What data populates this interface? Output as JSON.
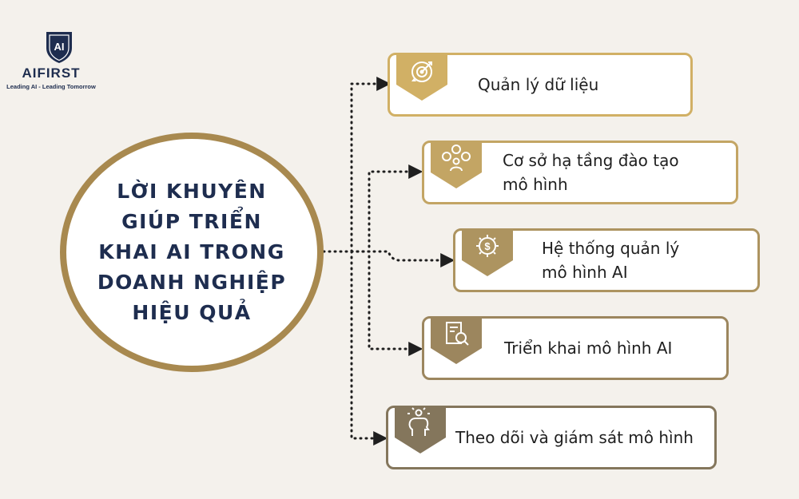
{
  "logo": {
    "mark": "AI",
    "brand": "AIFIRST",
    "slogan": "Leading AI - Leading Tomorrow"
  },
  "center": {
    "title": "LỜI KHUYÊN GIÚP TRIỂN KHAI AI TRONG DOANH NGHIỆP HIỆU QUẢ"
  },
  "steps": [
    {
      "label": "Quản lý dữ liệu",
      "icon": "target-icon",
      "color": "#d1b065"
    },
    {
      "label": "Cơ sở hạ tầng đào tạo mô hình",
      "icon": "network-user-icon",
      "color": "#c3a564"
    },
    {
      "label": "Hệ thống quản lý mô hình AI",
      "icon": "gear-dollar-icon",
      "color": "#ad9460"
    },
    {
      "label": "Triển khai mô hình AI",
      "icon": "document-search-icon",
      "color": "#9c865e"
    },
    {
      "label": "Theo dõi và giám sát mô hình",
      "icon": "head-idea-icon",
      "color": "#84765c"
    }
  ],
  "colors": {
    "background": "#f4f1ec",
    "navy": "#1e2d4f",
    "ring": "#a8894f"
  }
}
